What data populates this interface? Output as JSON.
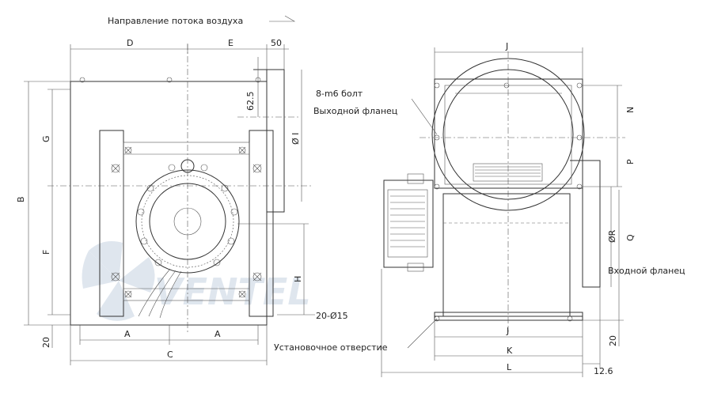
{
  "labels": {
    "airflow": "Направление потока воздуха",
    "bolt": "8-m6 болт",
    "outlet_flange": "Выходной фланец",
    "inlet_flange": "Входной фланец",
    "holes": "20-Ø15",
    "mount_hole": "Установочное отверстие"
  },
  "dims": {
    "D": "D",
    "E": "E",
    "d50": "50",
    "d62_5": "62.5",
    "I": "Ø I",
    "B": "B",
    "G": "G",
    "F": "F",
    "H": "H",
    "d20_left": "20",
    "A1": "A",
    "A2": "A",
    "C": "C",
    "J_top": "J",
    "J_bottom": "J",
    "N": "N",
    "P": "P",
    "R": "ØR",
    "Q": "Q",
    "K": "K",
    "L": "L",
    "d20_right": "20",
    "d12_6": "12.6"
  },
  "watermark": "VENTEL",
  "colors": {
    "line": "#333333",
    "watermark": "#dfe6ee",
    "text": "#222222"
  }
}
